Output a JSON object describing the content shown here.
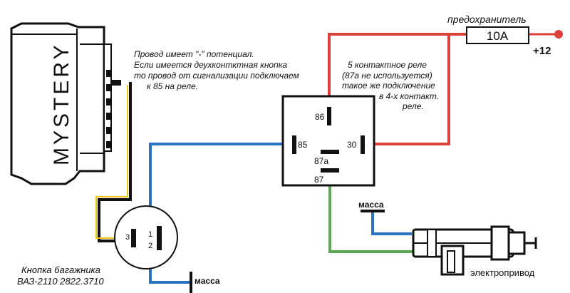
{
  "colors": {
    "red_wire": "#d9413a",
    "blue_wire": "#2a73c2",
    "green_wire": "#5aab4f",
    "yellow_wire": "#f0c419",
    "black_wire": "#111111",
    "plus12": "#d9413a",
    "massa": "#2a73c2"
  },
  "alarm": {
    "brand": "MYSTERY"
  },
  "note_left": [
    "Провод имеет \"-\" потенциал.",
    "Если имеется деухконтктная кнопка",
    "то провод от сигнализации подключаем",
    "к 85 на реле."
  ],
  "note_right": [
    "5 контактное реле",
    "(87а не используется)",
    "такое же подключение",
    "в 4-х контакт.",
    "реле."
  ],
  "fuse": {
    "caption": "предохранитель",
    "rating": "10A"
  },
  "power": {
    "label": "+12"
  },
  "relay_pins": {
    "p86": "86",
    "p85": "85",
    "p30": "30",
    "p87a": "87а",
    "p87": "87"
  },
  "button": {
    "pin1": "1",
    "pin2": "2",
    "pin3": "3",
    "caption_line1": "Кнопка багажника",
    "caption_line2": "ВАЗ-2110 2822.3710"
  },
  "ground_label": "масса",
  "actuator_label": "электропривод"
}
